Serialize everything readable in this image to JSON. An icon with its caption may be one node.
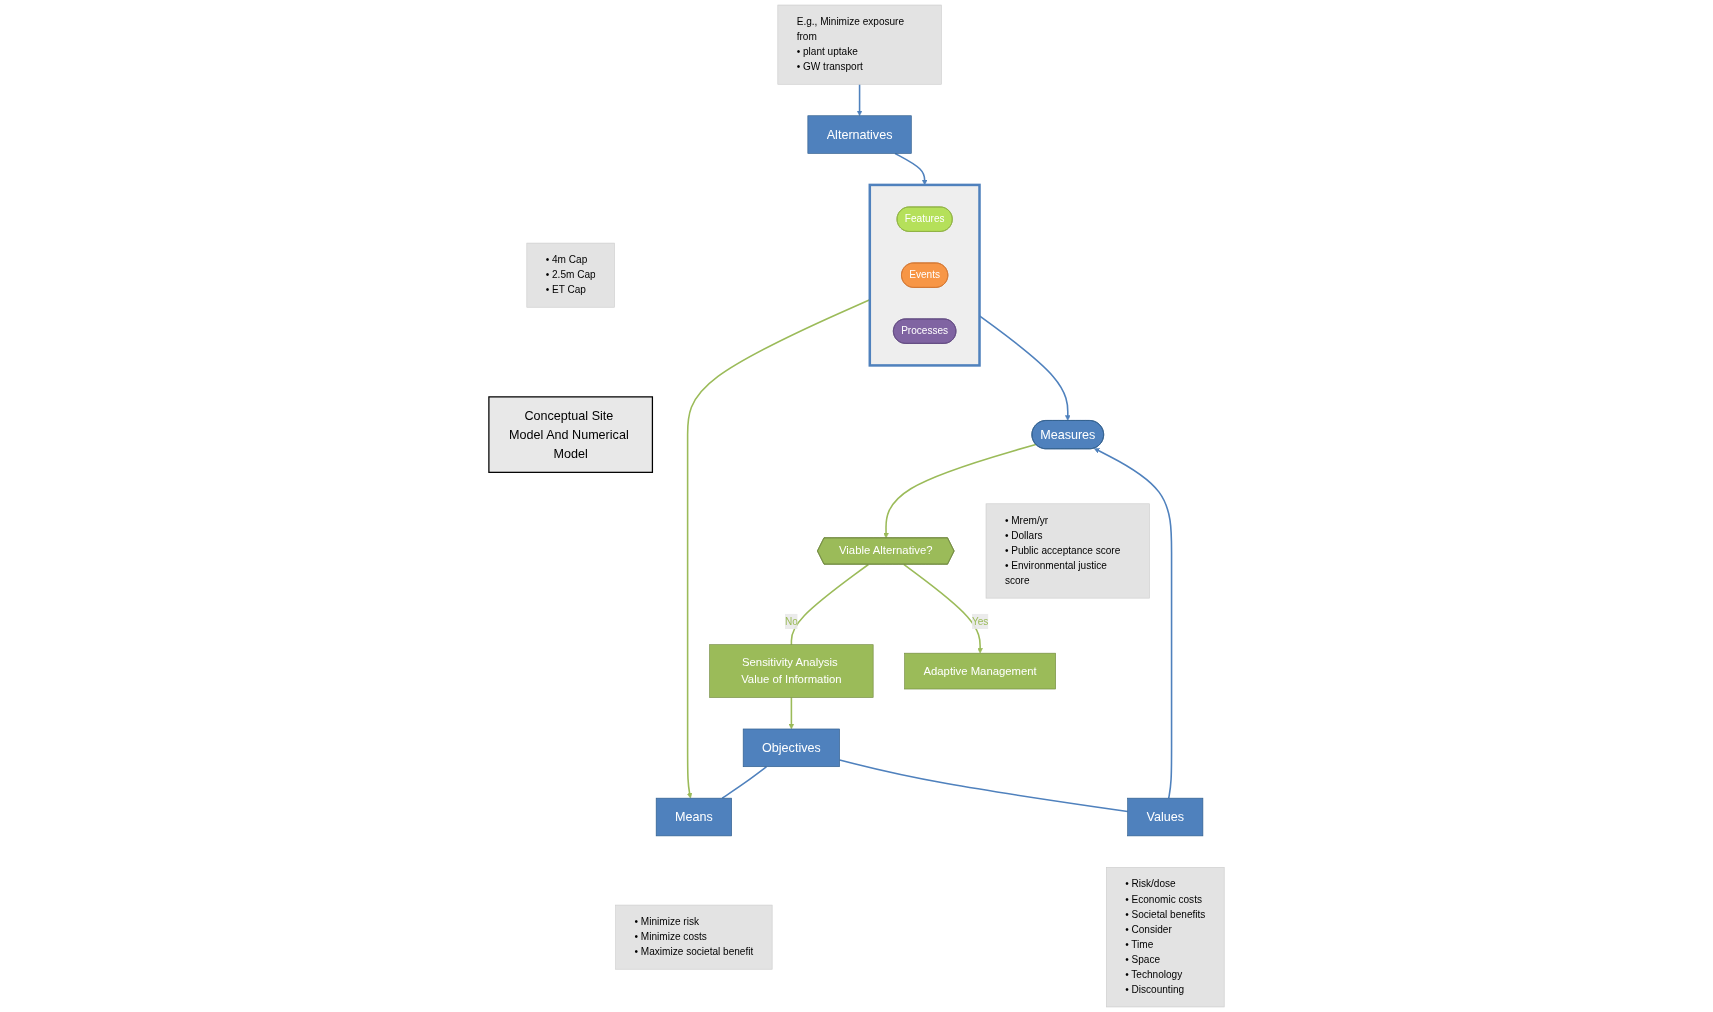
{
  "diagram": {
    "nodes": [
      {
        "text": [
          "E.g., Minimize exposure from",
          "• plant uptake",
          "• GW transport"
        ]
      },
      {
        "text": [
          "Alternatives"
        ]
      },
      {
        "text": [
          "• 4m Cap",
          "• 2.5m Cap",
          "• ET Cap"
        ]
      },
      {
        "text": [
          "Conceptual Site Model And Numerical Model"
        ]
      },
      {
        "text": [
          "Means"
        ]
      },
      {
        "text": [
          "• Minimize risk",
          "• Minimize costs",
          "• Maximize societal benefit"
        ]
      },
      {
        "text": [
          "Objectives"
        ]
      },
      {
        "text": [],
        "shape": "box"
      },
      {
        "text": [
          "Features"
        ],
        "in": 7
      },
      {
        "text": [
          "Events"
        ],
        "in": 7
      },
      {
        "text": [
          "Processes"
        ],
        "in": 7
      },
      {
        "text": [
          "Values"
        ]
      },
      {
        "text": [
          "• Risk/dose",
          "• Economic costs",
          "• Societal benefits",
          "• Consider",
          "• Time",
          "• Space",
          "• Technology",
          "• Discounting"
        ]
      },
      {
        "text": [
          "Measures"
        ]
      },
      {
        "text": [
          "• Mrem/yr",
          "• Dollars",
          "• Public acceptance score",
          "• Environmental justice score"
        ]
      },
      {
        "text": [
          "Sensitivity Analysis Value of Information"
        ]
      },
      {
        "text": [
          "Viable Alternative?"
        ]
      },
      {
        "text": [
          "Adaptive Management"
        ]
      }
    ],
    "edges": [
      {
        "from": 0,
        "to": 1,
        "arrow": "to"
      },
      {
        "from": 1,
        "to": 7,
        "arrow": "to"
      },
      {
        "from": 7,
        "to": 4,
        "arrow": "to",
        "color": "#9bbb59"
      },
      {
        "from": 6,
        "to": 4,
        "arrow": "none"
      },
      {
        "from": 6,
        "to": 11,
        "arrow": "none"
      },
      {
        "from": 11,
        "to": 13,
        "arrow": "to"
      },
      {
        "from": 7,
        "to": 13,
        "arrow": "to"
      },
      {
        "from": 13,
        "to": 16,
        "arrow": "to",
        "color": "#9bbb59"
      },
      {
        "from": 16,
        "to": 15,
        "label": "No",
        "arrow": "none",
        "color": "#9bbb59"
      },
      {
        "from": 16,
        "to": 17,
        "label": "Yes",
        "arrow": "to",
        "color": "#9bbb59"
      },
      {
        "from": 15,
        "to": 6,
        "arrow": "to",
        "color": "#9bbb59"
      }
    ]
  }
}
